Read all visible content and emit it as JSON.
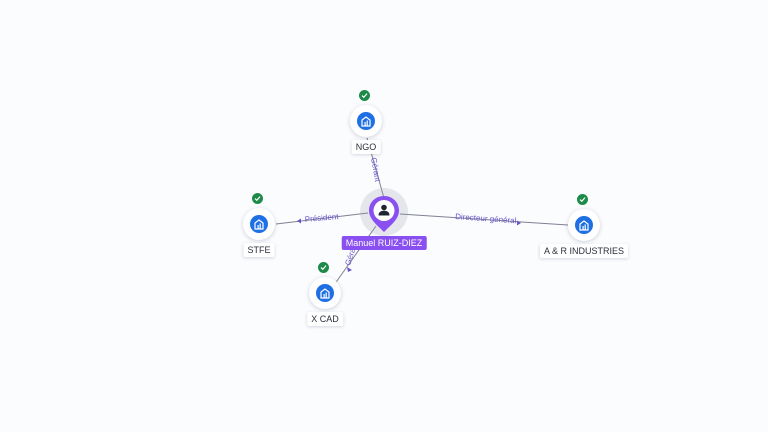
{
  "person": {
    "name": "Manuel RUIZ-DIEZ",
    "icon": "person-icon",
    "color": "#8a4ff0"
  },
  "companies": [
    {
      "id": "ngo",
      "name": "NGO",
      "icon": "building-icon",
      "verified": true
    },
    {
      "id": "stfe",
      "name": "STFE",
      "icon": "building-icon",
      "verified": true
    },
    {
      "id": "ar",
      "name": "A & R INDUSTRIES",
      "icon": "building-icon",
      "verified": true
    },
    {
      "id": "xcad",
      "name": "X CAD",
      "icon": "building-icon",
      "verified": true
    }
  ],
  "edges": [
    {
      "to": "ngo",
      "role": "Gérant"
    },
    {
      "to": "stfe",
      "role": "Président"
    },
    {
      "to": "ar",
      "role": "Directeur général"
    },
    {
      "to": "xcad",
      "role": "Gérant"
    }
  ],
  "colors": {
    "company": "#1f6fe5",
    "verified": "#1e8a4a",
    "edge_label": "#6b55c9",
    "background": "#fbfcfe"
  }
}
